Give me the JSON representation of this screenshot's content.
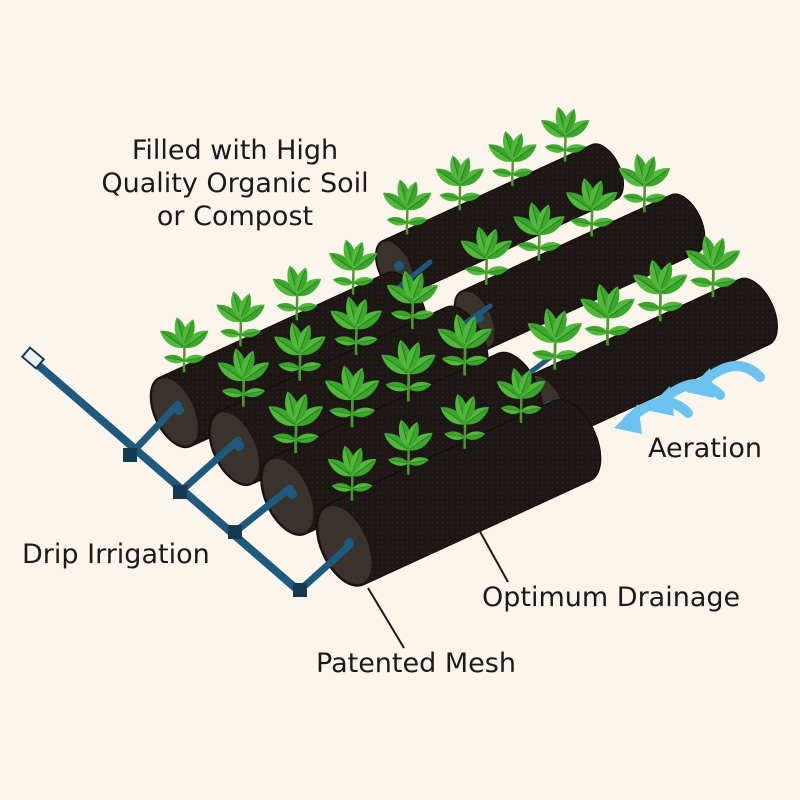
{
  "labels": {
    "fill": [
      "Filled with High",
      "Quality Organic Soil",
      "or Compost"
    ],
    "aeration": "Aeration",
    "drip": "Drip Irrigation",
    "drainage": "Optimum Drainage",
    "mesh": "Patented Mesh"
  },
  "colors": {
    "background": "#fbf5ec",
    "bag": "#1c1714",
    "bag_highlight": "#3a322c",
    "leaf": "#3aa62c",
    "leaf_light": "#63c94a",
    "leaf_vein": "#2b7d21",
    "stem": "#4c9a2a",
    "pipe": "#1e5a7d",
    "pipe_joint": "#163a52",
    "arrow": "#6cc3f0",
    "text": "#1a1a1a"
  },
  "icons": [
    "grow-bag-icon",
    "seedling-icon",
    "drip-pipe-icon",
    "aeration-arrow-icon"
  ]
}
